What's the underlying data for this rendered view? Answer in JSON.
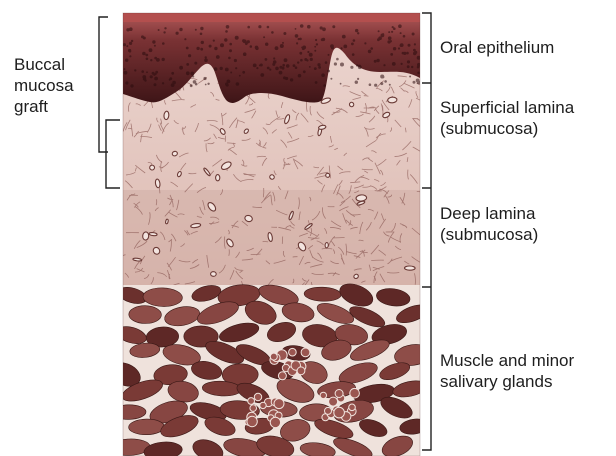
{
  "labels": {
    "graft": [
      "Buccal",
      "mucosa",
      "graft"
    ],
    "oral_epithelium": [
      "Oral epithelium"
    ],
    "superficial_lamina": [
      "Superficial lamina",
      "(submucosa)"
    ],
    "deep_lamina": [
      "Deep lamina",
      "(submucosa)"
    ],
    "muscle": [
      "Muscle and minor",
      "salivary glands"
    ]
  },
  "colors": {
    "epithelium_surface": "#a24a4c",
    "epithelium_basal": "#4a1c1e",
    "lamina_pink": "#e8cfc8",
    "deep_lamina": "#d6b4ac",
    "muscle": "#7a3a36",
    "bracket": "#222222"
  }
}
